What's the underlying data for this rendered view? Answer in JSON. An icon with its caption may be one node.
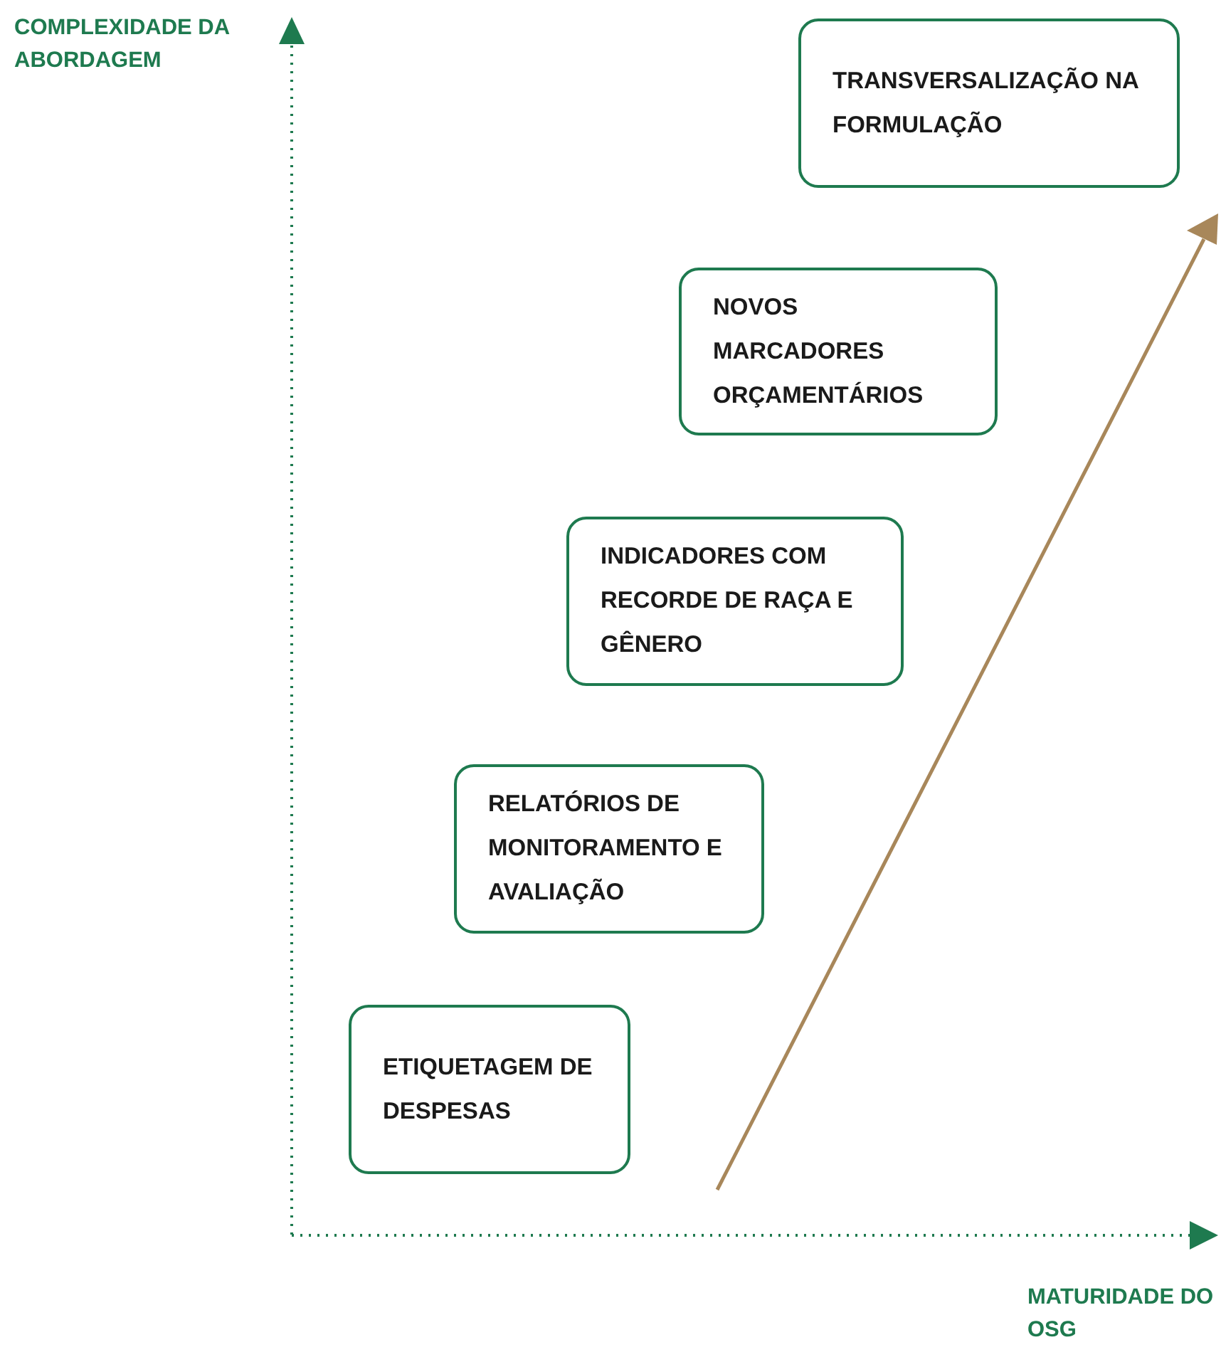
{
  "diagram": {
    "nodes": [
      {
        "text": [
          "TRANSVERSALIZAÇÃO NA FORMULAÇÃO"
        ]
      },
      {
        "text": [
          "NOVOS MARCADORES ORÇAMENTÁRIOS"
        ]
      },
      {
        "text": [
          "INDICADORES COM RECORDE DE RAÇA E GÊNERO"
        ]
      },
      {
        "text": [
          "RELATÓRIOS DE MONITORAMENTO E AVALIAÇÃO"
        ]
      },
      {
        "text": [
          "ETIQUETAGEM DE DESPESAS"
        ]
      }
    ],
    "labels": [
      "COMPLEXIDADE DA ABORDAGEM",
      "MATURIDADE DO OSG"
    ]
  }
}
